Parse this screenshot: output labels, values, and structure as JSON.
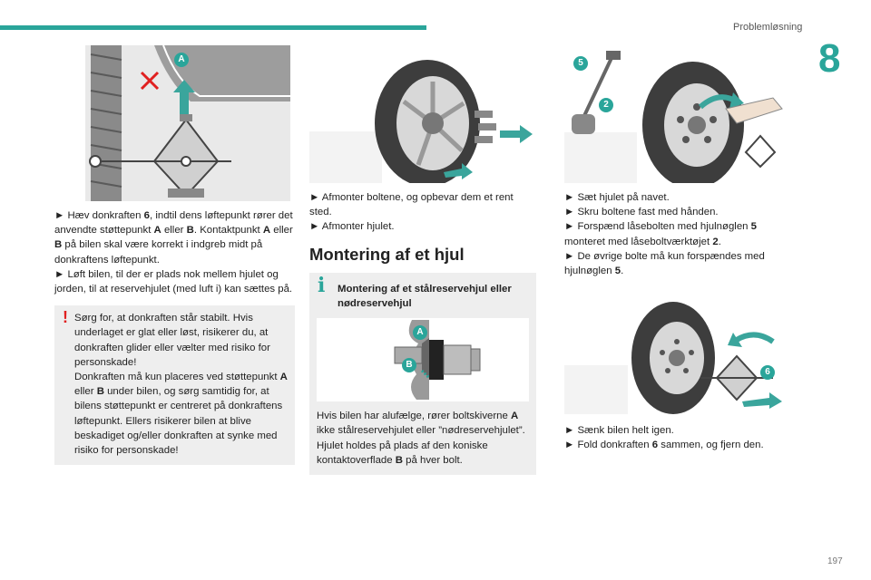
{
  "header": {
    "section": "Problemløsning",
    "chapter": "8"
  },
  "col1": {
    "badge_a": "A",
    "lines": [
      [
        "► Hæv donkraften ",
        {
          "b": "6"
        },
        ", indtil dens løftepunkt rører det anvendte støttepunkt ",
        {
          "b": "A"
        },
        " eller ",
        {
          "b": "B"
        },
        ". Kontaktpunkt ",
        {
          "b": "A"
        },
        " eller ",
        {
          "b": "B"
        },
        " på bilen skal være korrekt i indgreb midt på donkraftens løftepunkt."
      ],
      [
        "► Løft bilen, til der er plads nok mellem hjulet og jorden, til at reservehjulet (med luft i) kan sættes på."
      ]
    ],
    "warning_icon": "!",
    "warning": [
      [
        "Sørg for, at donkraften står stabilt. Hvis underlaget er glat eller løst, risikerer du, at donkraften glider eller vælter med risiko for personskade!"
      ],
      [
        "Donkraften må kun placeres ved støttepunkt ",
        {
          "b": "A"
        },
        " eller ",
        {
          "b": "B"
        },
        " under bilen, og sørg samtidig for, at bilens støttepunkt er centreret på donkraftens løftepunkt. Ellers risikerer bilen at blive beskadiget og/eller donkraften at synke med risiko for personskade!"
      ]
    ]
  },
  "col2": {
    "lines": [
      [
        "► Afmonter boltene, og opbevar dem et rent sted."
      ],
      [
        "► Afmonter hjulet."
      ]
    ],
    "heading": "Montering af et hjul",
    "info_icon": "i",
    "info_title": "Montering af et stålreservehjul eller nødreservehjul",
    "badge_a": "A",
    "badge_b": "B",
    "info_text": [
      [
        "Hvis bilen har alufælge, rører boltskiverne ",
        {
          "b": "A"
        },
        " ikke stålreservehjulet eller ”nødreservehjulet”. Hjulet holdes på plads af den koniske kontaktoverflade ",
        {
          "b": "B"
        },
        " på hver bolt."
      ]
    ]
  },
  "col3": {
    "badge_5": "5",
    "badge_2": "2",
    "badge_6": "6",
    "lines": [
      [
        "► Sæt hjulet på navet."
      ],
      [
        "► Skru boltene fast med hånden."
      ],
      [
        "► Forspænd låsebolten med hjulnøglen ",
        {
          "b": "5"
        },
        " monteret med låseboltværktøjet ",
        {
          "b": "2"
        },
        "."
      ],
      [
        "► De øvrige bolte må kun forspændes med hjulnøglen ",
        {
          "b": "5"
        },
        "."
      ]
    ],
    "lines2": [
      [
        "► Sænk bilen helt igen."
      ],
      [
        "► Fold donkraften ",
        {
          "b": "6"
        },
        " sammen, og fjern den."
      ]
    ]
  },
  "page_number": "197",
  "colors": {
    "accent": "#2aa59a",
    "warning": "#e02020",
    "box": "#eeeeee",
    "arrow": "#3aa59c"
  }
}
